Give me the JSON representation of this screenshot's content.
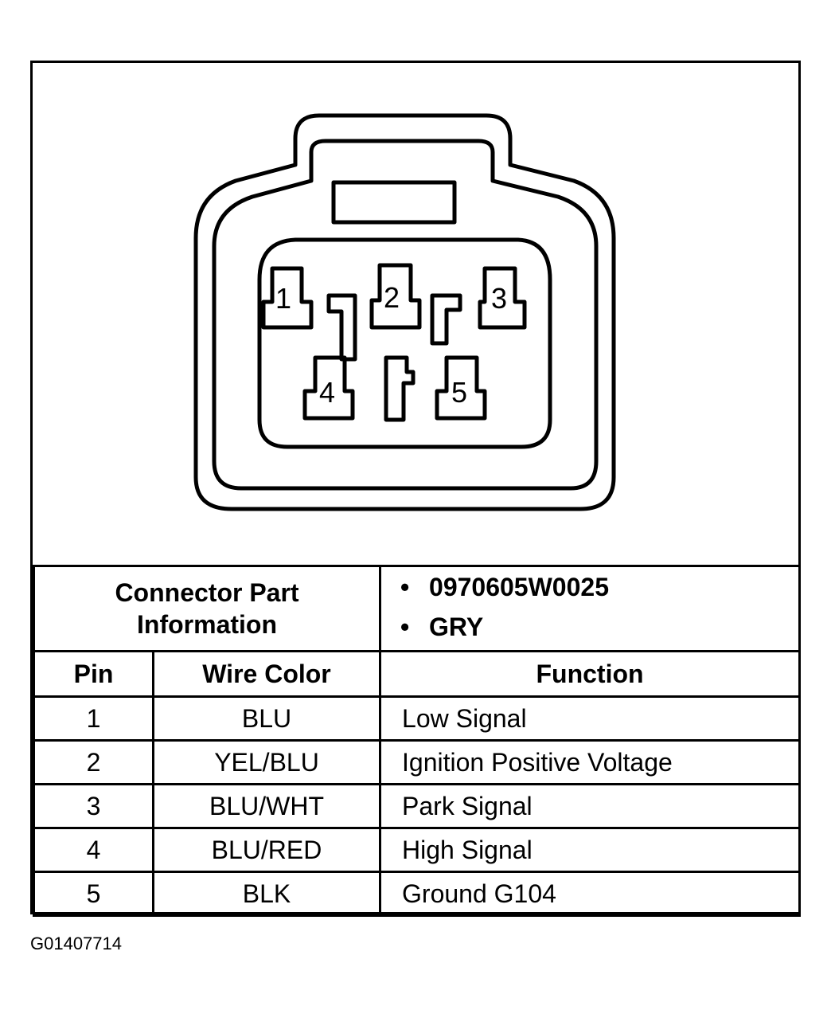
{
  "connector": {
    "pins": [
      {
        "label": "1"
      },
      {
        "label": "2"
      },
      {
        "label": "3"
      },
      {
        "label": "4"
      },
      {
        "label": "5"
      }
    ]
  },
  "part_info": {
    "heading_line1": "Connector Part",
    "heading_line2": "Information",
    "items": [
      "0970605W0025",
      "GRY"
    ]
  },
  "table": {
    "headers": {
      "pin": "Pin",
      "wire_color": "Wire Color",
      "function": "Function"
    },
    "rows": [
      {
        "pin": "1",
        "wire_color": "BLU",
        "function": "Low Signal"
      },
      {
        "pin": "2",
        "wire_color": "YEL/BLU",
        "function": "Ignition Positive Voltage"
      },
      {
        "pin": "3",
        "wire_color": "BLU/WHT",
        "function": "Park Signal"
      },
      {
        "pin": "4",
        "wire_color": "BLU/RED",
        "function": "High Signal"
      },
      {
        "pin": "5",
        "wire_color": "BLK",
        "function": "Ground G104"
      }
    ]
  },
  "figure_id": "G01407714"
}
